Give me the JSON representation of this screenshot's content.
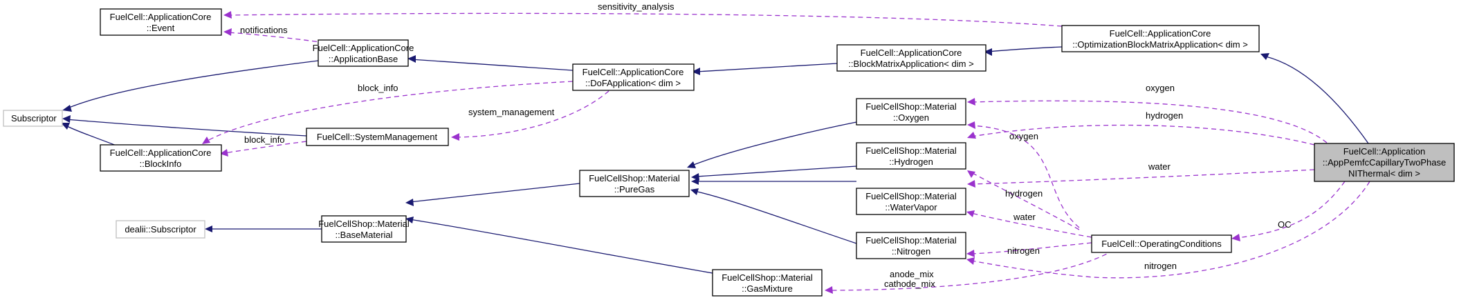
{
  "nodes": {
    "event": [
      "FuelCell::ApplicationCore",
      "::Event"
    ],
    "appbase": [
      "FuelCell::ApplicationCore",
      "::ApplicationBase"
    ],
    "subscriptor": [
      "Subscriptor"
    ],
    "blockinfo": [
      "FuelCell::ApplicationCore",
      "::BlockInfo"
    ],
    "sysmgmt": [
      "FuelCell::SystemManagement"
    ],
    "dofapp": [
      "FuelCell::ApplicationCore",
      "::DoFApplication< dim >"
    ],
    "blockmatrix": [
      "FuelCell::ApplicationCore",
      "::BlockMatrixApplication< dim >"
    ],
    "optblock": [
      "FuelCell::ApplicationCore",
      "::OptimizationBlockMatrixApplication< dim >"
    ],
    "oxygen": [
      "FuelCellShop::Material",
      "::Oxygen"
    ],
    "hydrogen": [
      "FuelCellShop::Material",
      "::Hydrogen"
    ],
    "watervapor": [
      "FuelCellShop::Material",
      "::WaterVapor"
    ],
    "nitrogen": [
      "FuelCellShop::Material",
      "::Nitrogen"
    ],
    "puregas": [
      "FuelCellShop::Material",
      "::PureGas"
    ],
    "dealii": [
      "dealii::Subscriptor"
    ],
    "basematerial": [
      "FuelCellShop::Material",
      "::BaseMaterial"
    ],
    "gasmixture": [
      "FuelCellShop::Material",
      "::GasMixture"
    ],
    "opcond": [
      "FuelCell::OperatingConditions"
    ],
    "main": [
      "FuelCell::Application",
      "::AppPemfcCapillaryTwoPhase",
      "NIThermal< dim >"
    ]
  },
  "edge_labels": {
    "sensitivity": "sensitivity_analysis",
    "notifications": "notifications",
    "block_info_1": "block_info",
    "block_info_2": "block_info",
    "system_management": "system_management",
    "oxygen_main": "oxygen",
    "hydrogen_main": "hydrogen",
    "water_main": "water",
    "oc": "OC",
    "nitrogen_main": "nitrogen",
    "oxygen_oc": "oxygen",
    "hydrogen_oc": "hydrogen",
    "water_oc": "water",
    "nitrogen_oc": "nitrogen",
    "anode_mix": "anode_mix",
    "cathode_mix": "cathode_mix"
  },
  "colors": {
    "inheritance": "#191970",
    "usage": "#9a32cd",
    "focus_fill": "#bfbfbf",
    "external_border": "#bfbfbf"
  }
}
